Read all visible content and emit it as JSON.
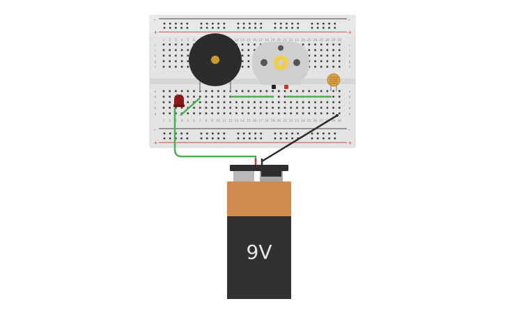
{
  "battery": {
    "label": "9V",
    "top_color": "#d28b4e",
    "body_color": "#313131",
    "cap_color": "#2e2e2e"
  },
  "breadboard": {
    "row_letters_top": [
      "j",
      "i",
      "h",
      "g",
      "f"
    ],
    "row_letters_bottom": [
      "e",
      "d",
      "c",
      "b",
      "a"
    ],
    "column_numbers": [
      "1",
      "2",
      "3",
      "4",
      "5",
      "6",
      "7",
      "8",
      "9",
      "10",
      "11",
      "12",
      "13",
      "14",
      "15",
      "16",
      "17",
      "18",
      "19",
      "20",
      "21",
      "22",
      "23",
      "24",
      "25",
      "26",
      "27",
      "28",
      "29",
      "30"
    ],
    "rail_plus": "+",
    "rail_minus": "-",
    "color": "#e4e4e4",
    "rail_red": "#d14a4a",
    "rail_dark": "#444444"
  },
  "components": {
    "buzzer": {
      "name": "piezo-buzzer",
      "body_color": "#2c2c2c",
      "center_color": "#c99a2e"
    },
    "motor": {
      "name": "dc-motor",
      "body_color": "#cfcfcf",
      "gear_color": "#f2cf3a"
    },
    "led": {
      "name": "red-led",
      "color": "#8c1a1a"
    },
    "photoresistor": {
      "name": "photoresistor",
      "color": "#d9a54a"
    }
  },
  "wires": {
    "green": "#4caf50",
    "black": "#2b2b2b",
    "red_terminal": "#c0392b"
  }
}
